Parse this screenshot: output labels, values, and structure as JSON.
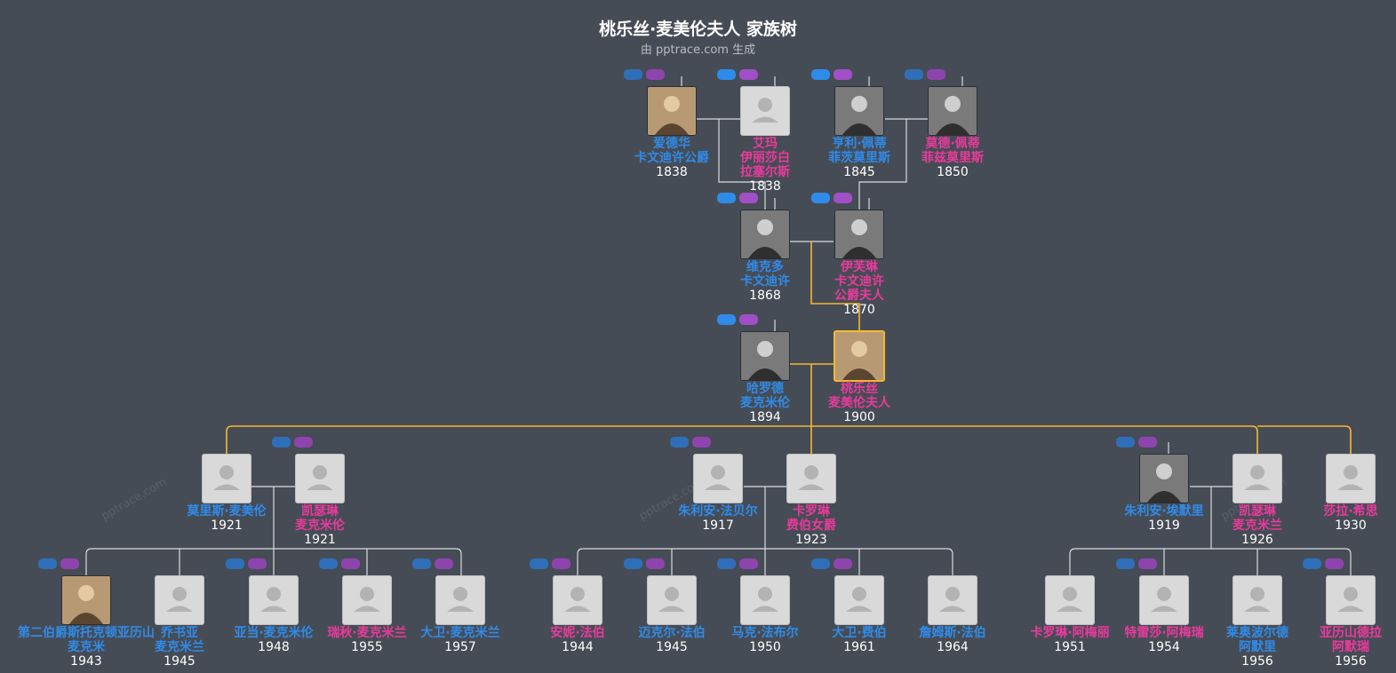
{
  "title": "桃乐丝·麦美伦夫人 家族树",
  "subtitle": "由 pptrace.com 生成",
  "watermark": "pptrace.com",
  "colors": {
    "male": "#2f8bea",
    "female": "#ea3a9c",
    "highlight": "#f5b731",
    "line": "#d9dbe0"
  },
  "people": [
    {
      "id": "edward",
      "lines": [
        "爱德华",
        "卡文迪许公爵"
      ],
      "year": "1838",
      "gender": "male",
      "avatar": "photo-warm-icon"
    },
    {
      "id": "emma",
      "lines": [
        "艾玛",
        "伊丽莎白",
        "拉塞尔斯"
      ],
      "year": "1838",
      "gender": "female",
      "avatar": "placeholder-person-icon"
    },
    {
      "id": "henry",
      "lines": [
        "亨利·佩蒂",
        "菲茨莫里斯"
      ],
      "year": "1845",
      "gender": "male",
      "avatar": "photo-icon"
    },
    {
      "id": "maud",
      "lines": [
        "莫德·佩蒂",
        "菲兹莫里斯"
      ],
      "year": "1850",
      "gender": "female",
      "avatar": "photo-icon"
    },
    {
      "id": "victor",
      "lines": [
        "维克多",
        "卡文迪许"
      ],
      "year": "1868",
      "gender": "male",
      "avatar": "photo-icon"
    },
    {
      "id": "evelyn",
      "lines": [
        "伊芙琳",
        "卡文迪许",
        "公爵夫人"
      ],
      "year": "1870",
      "gender": "female",
      "avatar": "photo-icon"
    },
    {
      "id": "harold",
      "lines": [
        "哈罗德",
        "麦克米伦"
      ],
      "year": "1894",
      "gender": "male",
      "avatar": "photo-icon"
    },
    {
      "id": "dorothy",
      "lines": [
        "桃乐丝",
        "麦美伦夫人"
      ],
      "year": "1900",
      "gender": "female",
      "avatar": "photo-warm-icon",
      "self": true
    },
    {
      "id": "maurice",
      "lines": [
        "莫里斯·麦美伦"
      ],
      "year": "1921",
      "gender": "male",
      "avatar": "placeholder-person-icon"
    },
    {
      "id": "katharine",
      "lines": [
        "凯瑟琳",
        "麦克米伦"
      ],
      "year": "1921",
      "gender": "female",
      "avatar": "placeholder-person-icon"
    },
    {
      "id": "julian_f",
      "lines": [
        "朱利安·法贝尔"
      ],
      "year": "1917",
      "gender": "male",
      "avatar": "placeholder-person-icon"
    },
    {
      "id": "carol",
      "lines": [
        "卡罗琳",
        "费伯女爵"
      ],
      "year": "1923",
      "gender": "female",
      "avatar": "placeholder-person-icon"
    },
    {
      "id": "julian_a",
      "lines": [
        "朱利安·埃默里"
      ],
      "year": "1919",
      "gender": "male",
      "avatar": "photo-icon"
    },
    {
      "id": "catherine",
      "lines": [
        "凯瑟琳",
        "麦克米兰"
      ],
      "year": "1926",
      "gender": "female",
      "avatar": "placeholder-person-icon"
    },
    {
      "id": "sarah",
      "lines": [
        "莎拉·希思"
      ],
      "year": "1930",
      "gender": "female",
      "avatar": "placeholder-person-icon"
    },
    {
      "id": "earl2",
      "lines": [
        "第二伯爵斯托克顿亚历山",
        "麦克米"
      ],
      "year": "1943",
      "gender": "male",
      "avatar": "photo-warm-icon"
    },
    {
      "id": "joshua",
      "lines": [
        "乔书亚",
        "麦克米兰"
      ],
      "year": "1945",
      "gender": "male",
      "avatar": "placeholder-person-icon"
    },
    {
      "id": "adam",
      "lines": [
        "亚当·麦克米伦"
      ],
      "year": "1948",
      "gender": "male",
      "avatar": "placeholder-person-icon"
    },
    {
      "id": "rachel",
      "lines": [
        "瑞秋·麦克米兰"
      ],
      "year": "1955",
      "gender": "female",
      "avatar": "placeholder-person-icon"
    },
    {
      "id": "david_m",
      "lines": [
        "大卫·麦克米兰"
      ],
      "year": "1957",
      "gender": "male",
      "avatar": "placeholder-person-icon"
    },
    {
      "id": "annie",
      "lines": [
        "安妮·法伯"
      ],
      "year": "1944",
      "gender": "female",
      "avatar": "placeholder-person-icon"
    },
    {
      "id": "michael",
      "lines": [
        "迈克尔·法伯"
      ],
      "year": "1945",
      "gender": "male",
      "avatar": "placeholder-person-icon"
    },
    {
      "id": "mark",
      "lines": [
        "马克·法布尔"
      ],
      "year": "1950",
      "gender": "male",
      "avatar": "placeholder-person-icon"
    },
    {
      "id": "david_f",
      "lines": [
        "大卫·费伯"
      ],
      "year": "1961",
      "gender": "male",
      "avatar": "placeholder-person-icon"
    },
    {
      "id": "james",
      "lines": [
        "詹姆斯·法伯"
      ],
      "year": "1964",
      "gender": "male",
      "avatar": "placeholder-person-icon"
    },
    {
      "id": "caroline_a",
      "lines": [
        "卡罗琳·阿梅丽"
      ],
      "year": "1951",
      "gender": "female",
      "avatar": "placeholder-person-icon"
    },
    {
      "id": "theresa",
      "lines": [
        "特雷莎·阿梅瑞"
      ],
      "year": "1954",
      "gender": "female",
      "avatar": "placeholder-person-icon"
    },
    {
      "id": "leopold",
      "lines": [
        "莱奥波尔德",
        "阿默里"
      ],
      "year": "1956",
      "gender": "male",
      "avatar": "placeholder-person-icon"
    },
    {
      "id": "alexandra",
      "lines": [
        "亚历山德拉",
        "阿默瑞"
      ],
      "year": "1956",
      "gender": "female",
      "avatar": "placeholder-person-icon"
    }
  ]
}
